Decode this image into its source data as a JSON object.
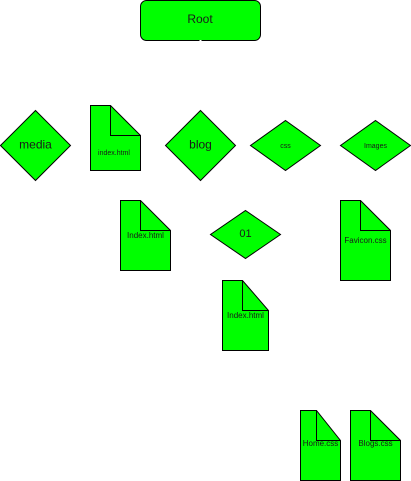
{
  "diagram": {
    "root": {
      "label": "Root"
    },
    "nodes": {
      "media": {
        "label": "media",
        "kind": "folder"
      },
      "index_root": {
        "label": "index.html",
        "kind": "file"
      },
      "blog": {
        "label": "blog",
        "kind": "folder"
      },
      "css": {
        "label": "css",
        "kind": "folder"
      },
      "images": {
        "label": "Images",
        "kind": "folder"
      },
      "blog_index": {
        "label": "Index.html",
        "kind": "file"
      },
      "blog_01": {
        "label": "01",
        "kind": "folder"
      },
      "favicon": {
        "label": "Favicon.css",
        "kind": "file"
      },
      "index_01": {
        "label": "Index.html",
        "kind": "file"
      },
      "home_css": {
        "label": "Home.css",
        "kind": "file"
      },
      "blogs_css": {
        "label": "Blogs.css",
        "kind": "file"
      }
    },
    "colors": {
      "fill": "#00ff00",
      "stroke": "#000000",
      "text": "#1a1a1a"
    }
  }
}
